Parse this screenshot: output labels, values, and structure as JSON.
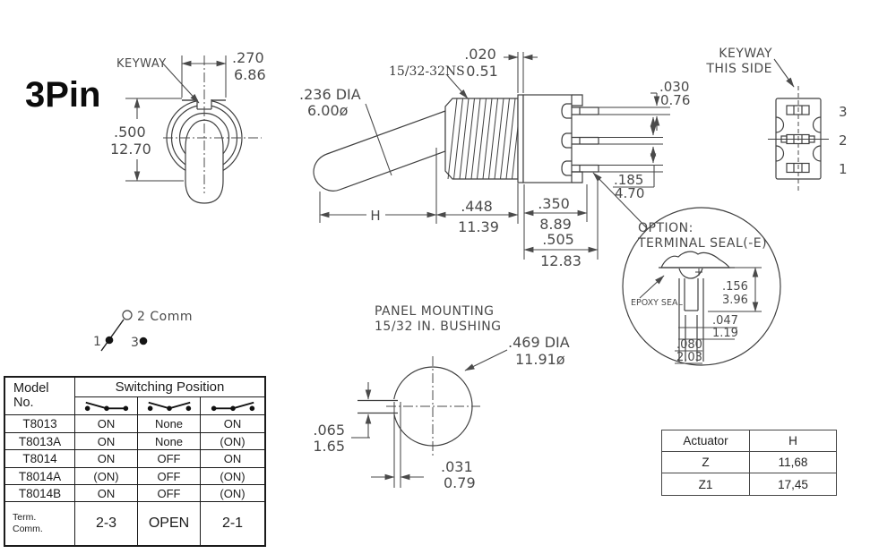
{
  "title": "3Pin",
  "colors": {
    "line": "#3f3f3f",
    "dim_text": "#4a4a4a",
    "table_line": "#1b1b1b"
  },
  "front_view": {
    "keyway_label": "KEYWAY",
    "width_dim": {
      "in": ".270",
      "mm": "6.86"
    },
    "height_dim": {
      "in": ".500",
      "mm": "12.70"
    }
  },
  "side_view": {
    "washer_dim": {
      "in": ".020",
      "mm": "0.51"
    },
    "thread_spec": "15/32-32NS",
    "lever_dim": {
      "in": ".236 DIA",
      "mm": "6.00ø"
    },
    "lever_length_label": "H",
    "bushing_dim": {
      "in": ".448",
      "mm": "11.39"
    },
    "body_dim": {
      "in": ".350",
      "mm": "8.89"
    },
    "overall_dim": {
      "in": ".505",
      "mm": "12.83"
    },
    "terminal_thickness_dim": {
      "in": ".030",
      "mm": "0.76"
    },
    "terminal_pitch_dim": {
      "in": ".185",
      "mm": "4.70"
    }
  },
  "rear_view": {
    "note_line1": "KEYWAY",
    "note_line2": "THIS SIDE",
    "pin_labels": [
      "3",
      "2",
      "1"
    ]
  },
  "seal_detail": {
    "title_line1": "OPTION:",
    "title_line2": "TERMINAL SEAL(-E)",
    "epoxy_label": "EPOXY SEAL",
    "seal_height_dim": {
      "in": ".156",
      "mm": "3.96"
    },
    "inner_width_dim": {
      "in": ".047",
      "mm": "1.19"
    },
    "outer_width_dim": {
      "in": ".080",
      "mm": "2.03"
    }
  },
  "schematic": {
    "comm_label": "2 Comm",
    "pin1": "1",
    "pin3": "3"
  },
  "panel_mounting": {
    "title_line1": "PANEL MOUNTING",
    "title_line2": "15/32 IN. BUSHING",
    "hole_dim": {
      "in": ".469 DIA",
      "mm": "11.91ø"
    },
    "keyway_depth_dim": {
      "in": ".065",
      "mm": "1.65"
    },
    "keyway_width_dim": {
      "in": ".031",
      "mm": "0.79"
    }
  },
  "switching_table": {
    "model_header_line1": "Model",
    "model_header_line2": "No.",
    "switching_header": "Switching Position",
    "position_icons": [
      "lever-left-icon",
      "lever-center-icon",
      "lever-right-icon"
    ],
    "rows": [
      {
        "model": "T8013",
        "p1": "ON",
        "p2": "None",
        "p3": "ON"
      },
      {
        "model": "T8013A",
        "p1": "ON",
        "p2": "None",
        "p3": "(ON)"
      },
      {
        "model": "T8014",
        "p1": "ON",
        "p2": "OFF",
        "p3": "ON"
      },
      {
        "model": "T8014A",
        "p1": "(ON)",
        "p2": "OFF",
        "p3": "(ON)"
      },
      {
        "model": "T8014B",
        "p1": "ON",
        "p2": "OFF",
        "p3": "(ON)"
      }
    ],
    "footer": {
      "label_line1": "Term.",
      "label_line2": "Comm.",
      "p1": "2-3",
      "p2": "OPEN",
      "p3": "2-1"
    }
  },
  "actuator_table": {
    "col1_header": "Actuator",
    "col2_header": "H",
    "rows": [
      {
        "actuator": "Z",
        "h": "11,68"
      },
      {
        "actuator": "Z1",
        "h": "17,45"
      }
    ]
  }
}
